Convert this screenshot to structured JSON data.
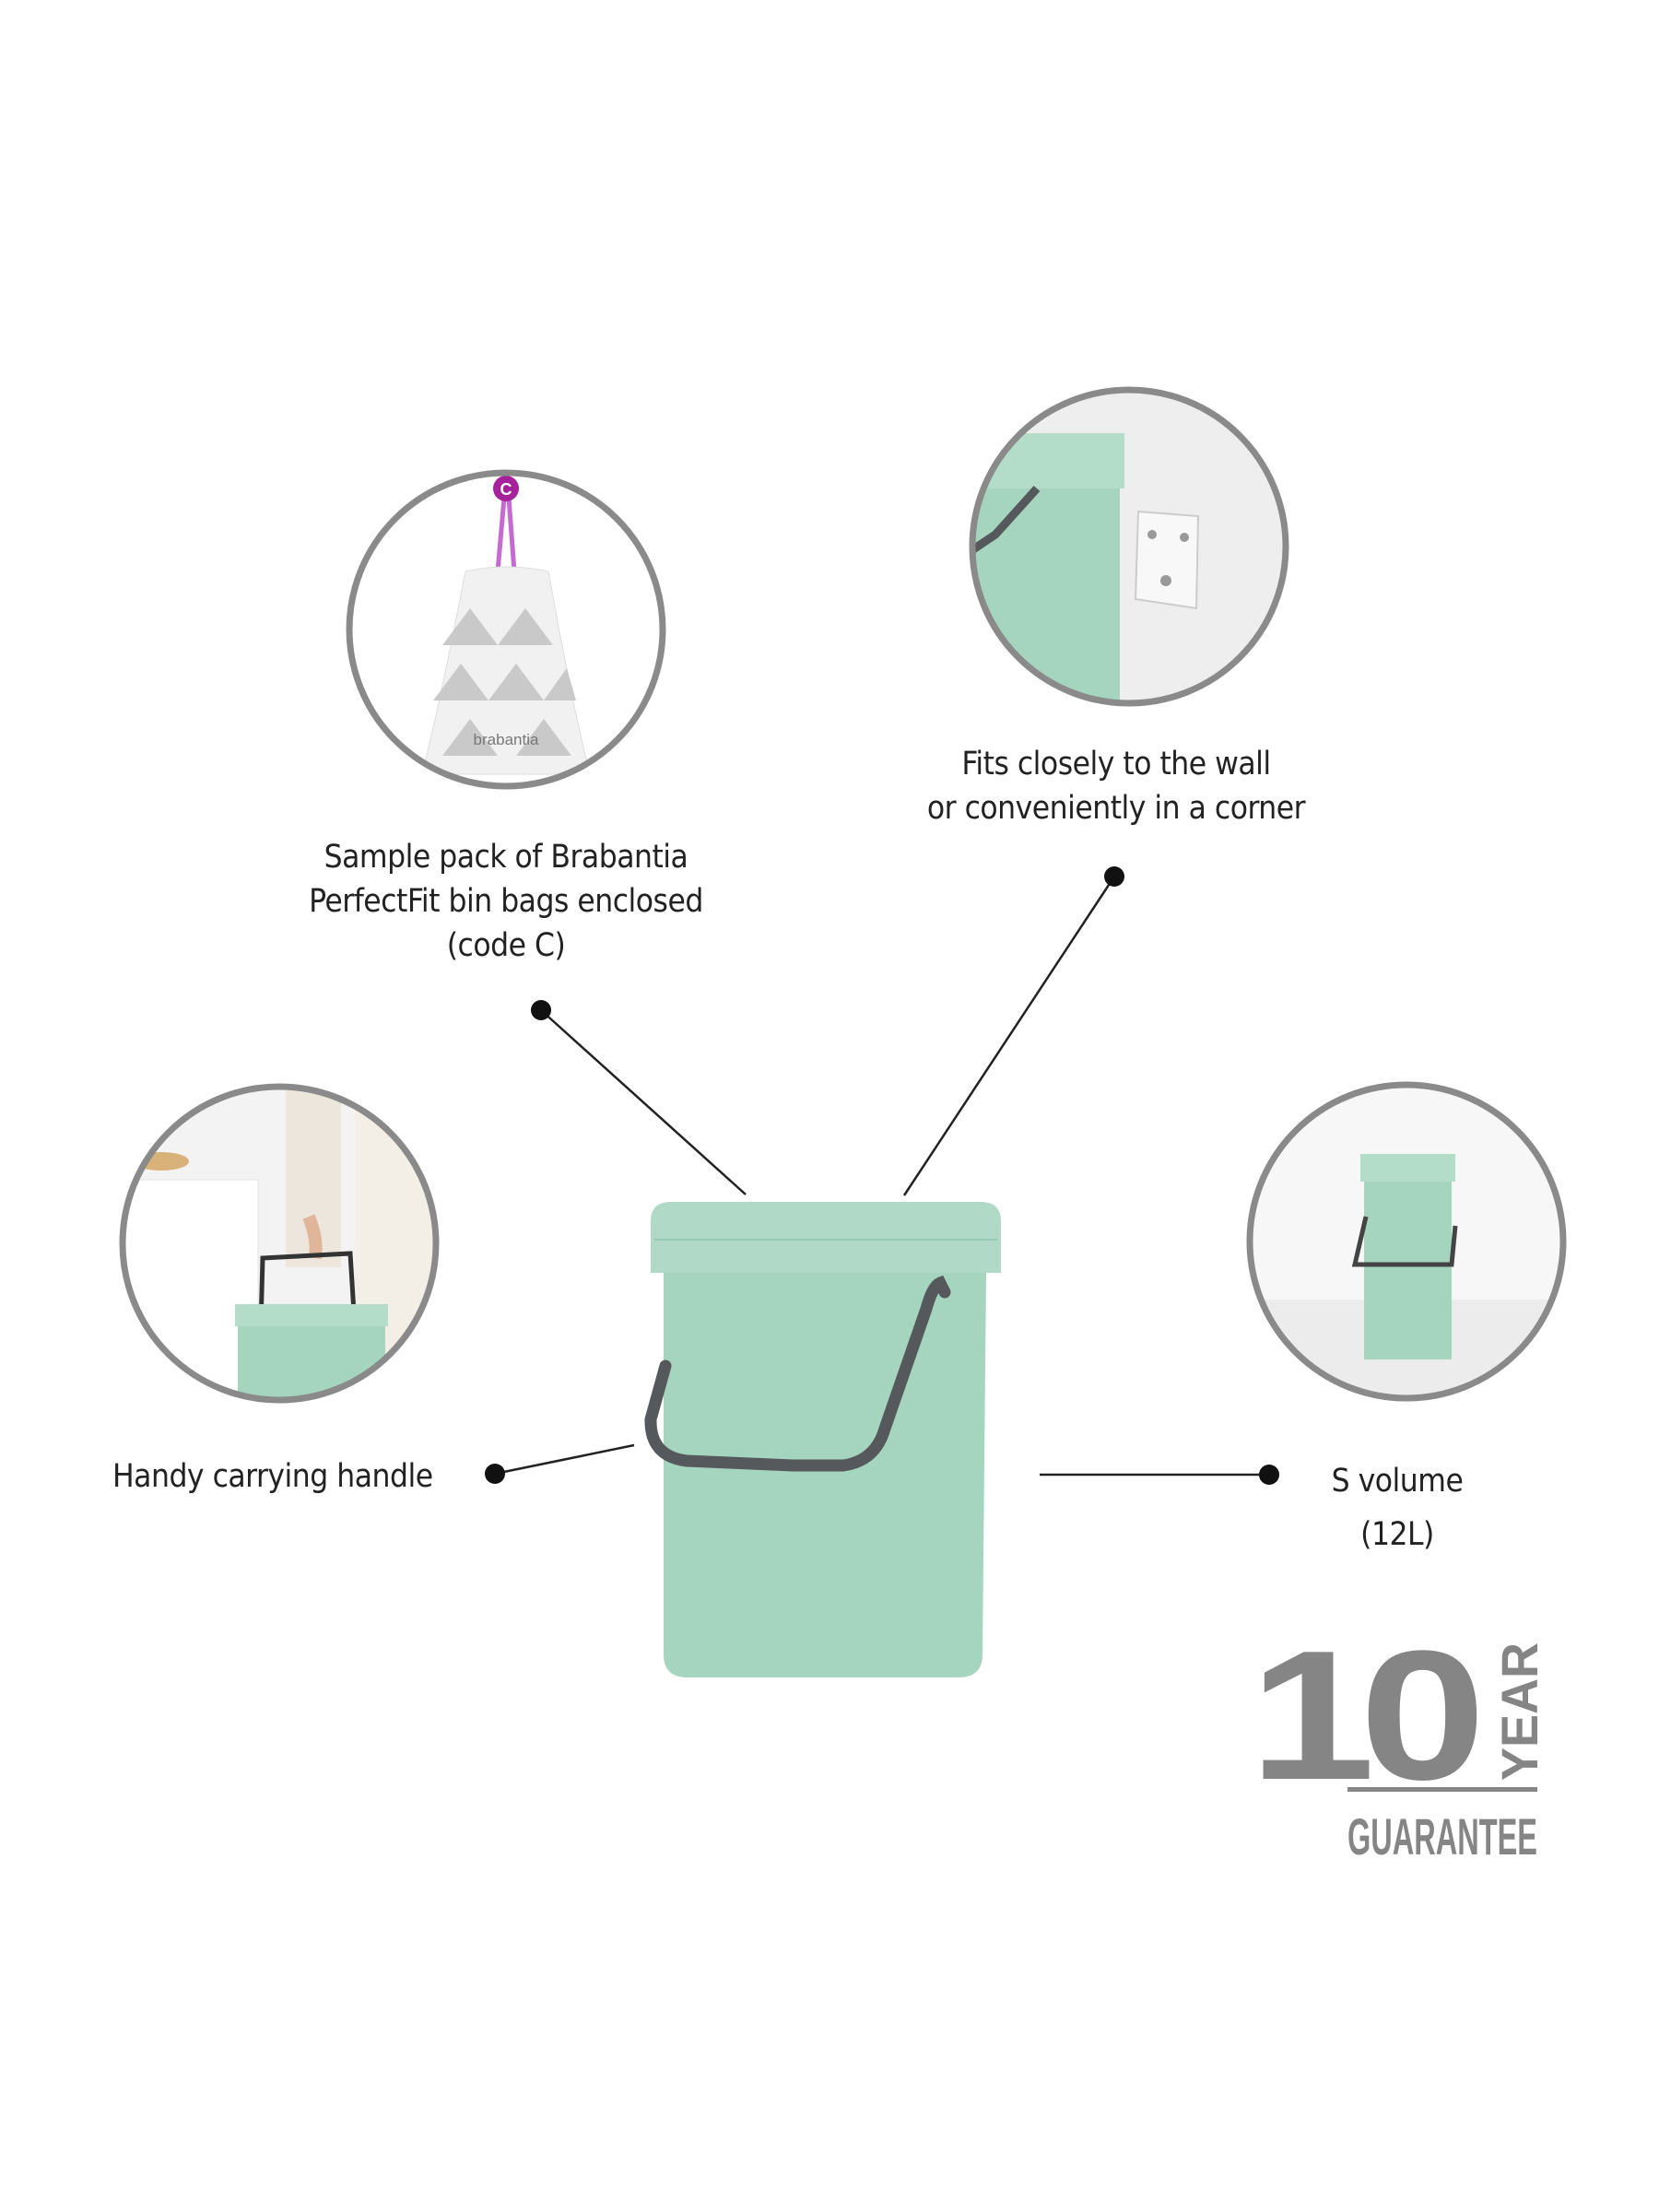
{
  "features": [
    {
      "id": "bags",
      "lines": [
        "Sample pack of Brabantia",
        "PerfectFit bin bags enclosed",
        "(code C)"
      ],
      "image_icon": "bin-bag-icon",
      "bag_code": "C",
      "bag_brand": "brabantia"
    },
    {
      "id": "wall",
      "lines": [
        "Fits closely to the wall",
        "or conveniently in a corner"
      ],
      "image_icon": "wall-mount-icon"
    },
    {
      "id": "handle",
      "lines": [
        "Handy carrying handle"
      ],
      "image_icon": "carry-handle-icon"
    },
    {
      "id": "volume",
      "lines": [
        "S volume",
        "(12L)"
      ],
      "image_icon": "bin-volume-icon"
    }
  ],
  "guarantee": {
    "number": "10",
    "unit": "YEAR",
    "label": "GUARANTEE"
  },
  "colors": {
    "bin": "#a6d5bf",
    "handle": "#55595b",
    "circle": "#8a8a8a",
    "logo": "#858585",
    "accent": "#a5229a"
  }
}
